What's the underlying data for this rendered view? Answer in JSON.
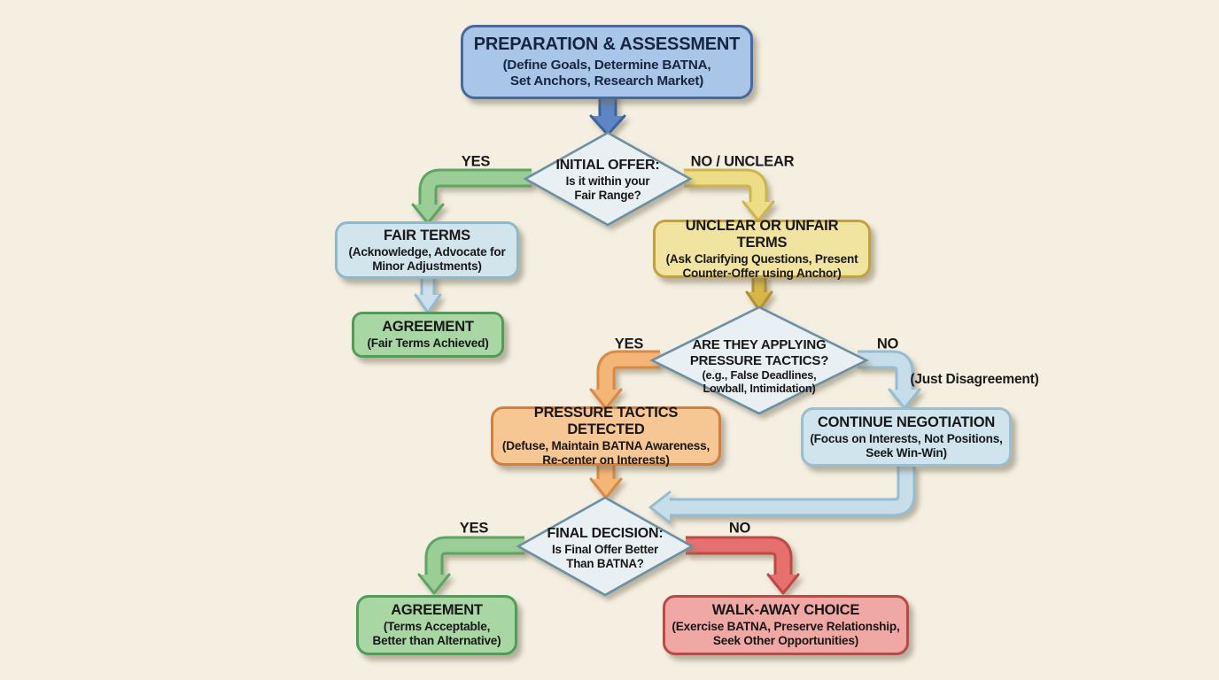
{
  "background": "#f4efe1",
  "nodes": {
    "preparation": {
      "title": "PREPARATION & ASSESSMENT",
      "sub": [
        "(Define Goals, Determine BATNA,",
        "Set Anchors, Research Market)"
      ],
      "fill": "#a9c6e9",
      "border": "#47699e"
    },
    "initial_offer": {
      "title": "INITIAL OFFER:",
      "sub": [
        "Is it within your",
        "Fair Range?"
      ],
      "fill": "#e9f0f4",
      "border": "#6b90a6"
    },
    "fair_terms": {
      "title": "FAIR TERMS",
      "sub": [
        "(Acknowledge, Advocate for",
        "Minor Adjustments)"
      ],
      "fill": "#d3e5ec",
      "border": "#8fb9c9"
    },
    "agreement_fair": {
      "title": "AGREEMENT",
      "sub": [
        "(Fair Terms Achieved)"
      ],
      "fill": "#a8d7a3",
      "border": "#4f9e57"
    },
    "unclear_terms": {
      "title": "UNCLEAR OR UNFAIR TERMS",
      "sub": [
        "(Ask Clarifying Questions, Present",
        "Counter-Offer using Anchor)"
      ],
      "fill": "#f1e3a0",
      "border": "#c2a23b"
    },
    "pressure_question": {
      "title_lines": [
        "ARE THEY APPLYING",
        "PRESSURE TACTICS?"
      ],
      "sub": [
        "(e.g., False Deadlines,",
        "Lowball, Intimidation)"
      ],
      "fill": "#e9f0f4",
      "border": "#6b90a6"
    },
    "pressure_detected": {
      "title": "PRESSURE TACTICS DETECTED",
      "sub": [
        "(Defuse, Maintain BATNA Awareness,",
        "Re-center on Interests)"
      ],
      "fill": "#f6c693",
      "border": "#d1803e"
    },
    "continue_negotiation": {
      "title": "CONTINUE NEGOTIATION",
      "sub": [
        "(Focus on Interests, Not Positions,",
        "Seek Win-Win)"
      ],
      "fill": "#cfe4ed",
      "border": "#99bfce"
    },
    "final_decision": {
      "title": "FINAL DECISION:",
      "sub": [
        "Is Final Offer Better",
        "Than BATNA?"
      ],
      "fill": "#e9f0f4",
      "border": "#6b90a6"
    },
    "agreement_final": {
      "title": "AGREEMENT",
      "sub": [
        "(Terms Acceptable,",
        "Better than Alternative)"
      ],
      "fill": "#a8d7a3",
      "border": "#4f9e57"
    },
    "walk_away": {
      "title": "WALK-AWAY CHOICE",
      "sub": [
        "(Exercise BATNA, Preserve Relationship,",
        "Seek Other Opportunities)"
      ],
      "fill": "#f0a8a4",
      "border": "#bb4944"
    }
  },
  "labels": {
    "initial_yes": "YES",
    "initial_no": "NO / UNCLEAR",
    "pressure_yes": "YES",
    "pressure_no": "NO",
    "just_disagreement": "(Just Disagreement)",
    "final_yes": "YES",
    "final_no": "NO"
  },
  "arrows": {
    "prep_to_initial": {
      "fill": "#5c86c5",
      "border": "#3d639b"
    },
    "initial_yes": {
      "fill": "#9bce97",
      "border": "#5da561"
    },
    "initial_no": {
      "fill": "#eddd87",
      "border": "#ccb64c"
    },
    "fair_to_agreement": {
      "fill": "#cbe0ec",
      "border": "#92bcd0"
    },
    "unclear_to_question": {
      "fill": "#d7b648",
      "border": "#b1912d"
    },
    "question_yes": {
      "fill": "#f4b677",
      "border": "#db8941"
    },
    "question_no": {
      "fill": "#c6deea",
      "border": "#93bdd1"
    },
    "pressure_to_final": {
      "fill": "#f4b677",
      "border": "#db8941"
    },
    "continue_to_final": {
      "fill": "#c6deea",
      "border": "#93bdd1"
    },
    "final_yes": {
      "fill": "#9bce97",
      "border": "#5da561"
    },
    "final_no": {
      "fill": "#e5706d",
      "border": "#bf4843"
    }
  }
}
